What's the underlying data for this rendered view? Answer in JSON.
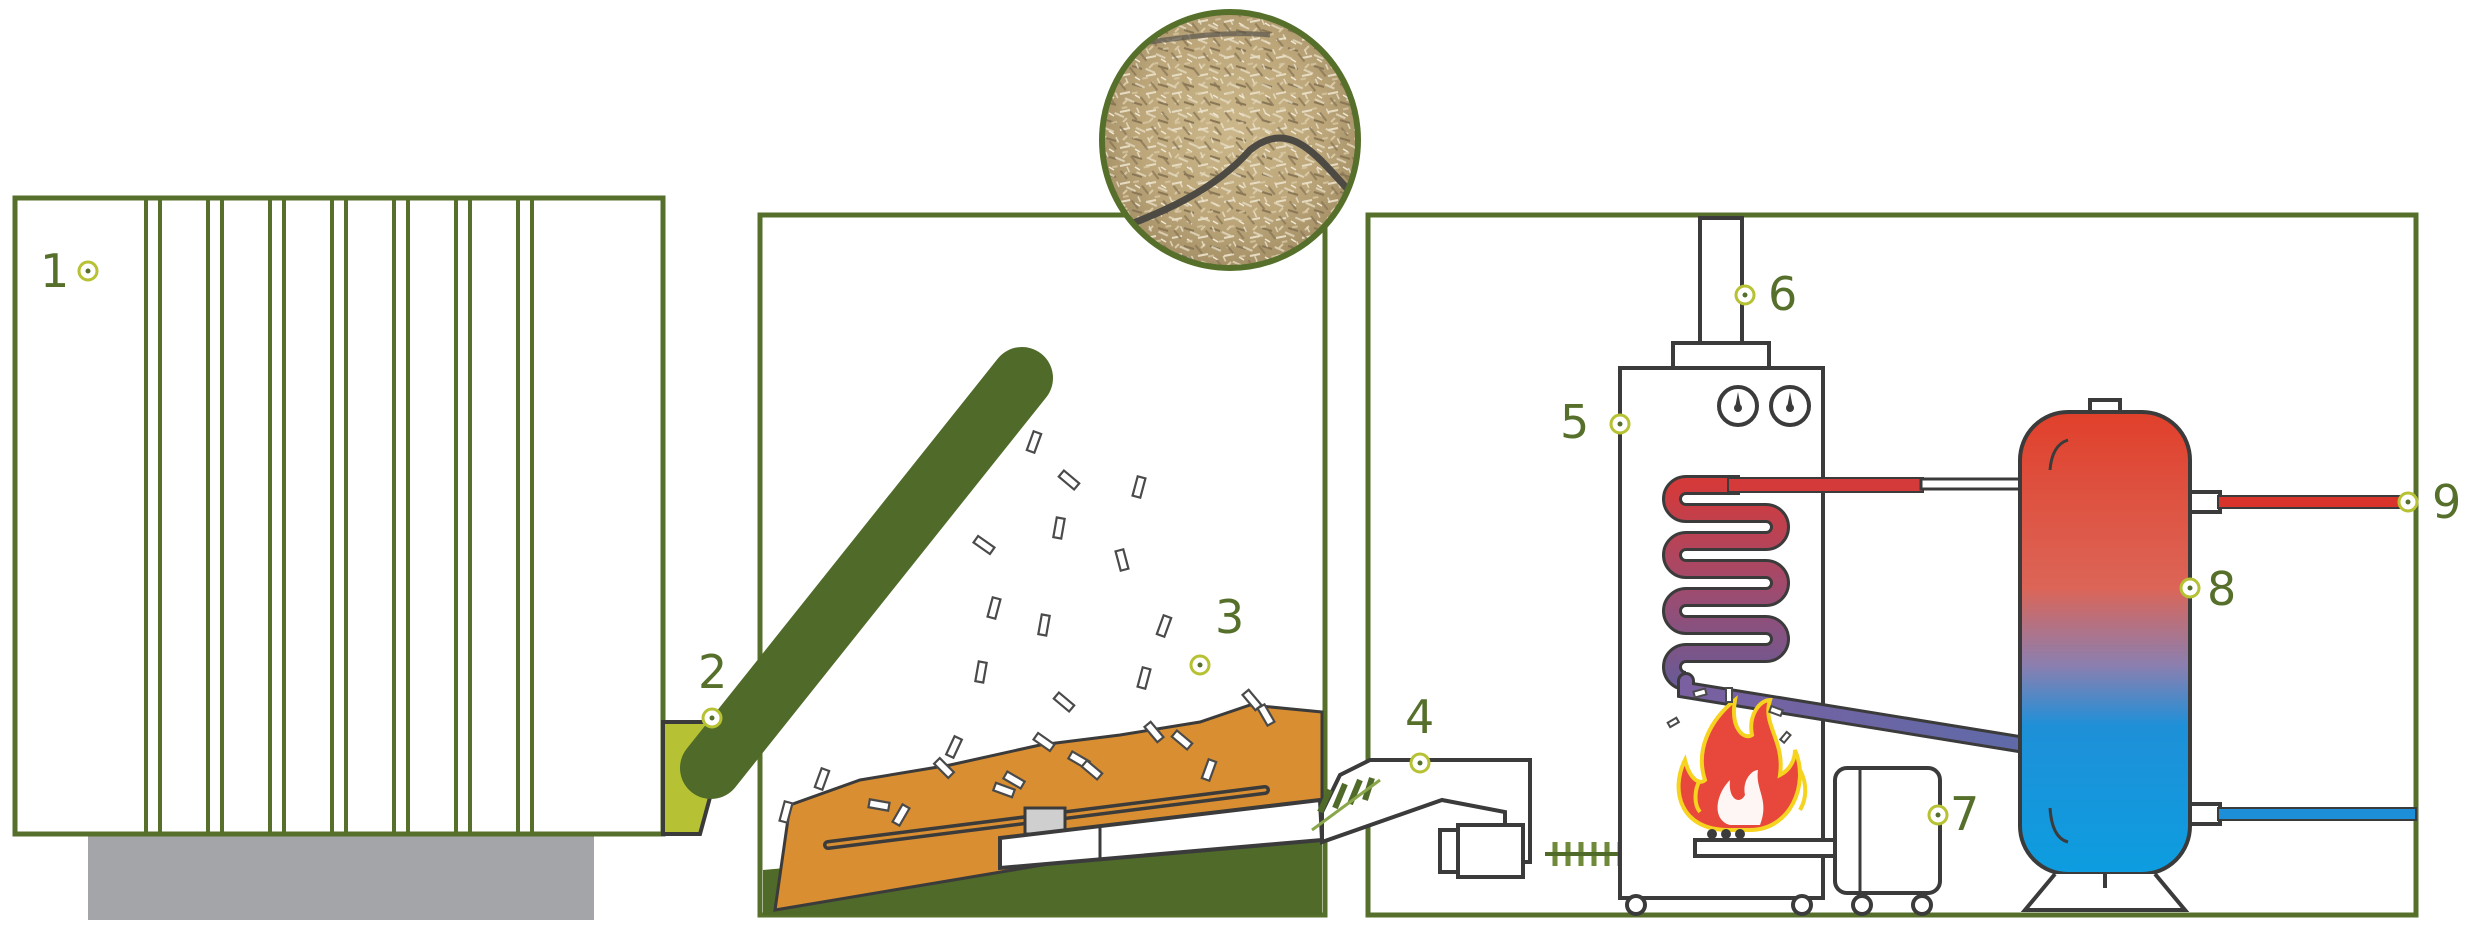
{
  "colors": {
    "frame": "#56702c",
    "auger_green": "#4f6a29",
    "chips": "#d98f31",
    "ground_green": "#4f6a29",
    "hopper_yellow": "#b6c234",
    "slab_grey": "#a3a5a8",
    "marker": "#b6c234",
    "hot": "#d9342b",
    "cold": "#1d8fd8",
    "flame_red": "#e8483c",
    "flame_yellow": "#f5d31f"
  },
  "labels": [
    {
      "id": "1",
      "text": "1"
    },
    {
      "id": "2",
      "text": "2"
    },
    {
      "id": "3",
      "text": "3"
    },
    {
      "id": "4",
      "text": "4"
    },
    {
      "id": "5",
      "text": "5"
    },
    {
      "id": "6",
      "text": "6"
    },
    {
      "id": "7",
      "text": "7"
    },
    {
      "id": "8",
      "text": "8"
    },
    {
      "id": "9",
      "text": "9"
    }
  ],
  "icons": {
    "wood_chips_photo": "wood-chips-photo",
    "pressure_gauge": "gauge-icon",
    "flame": "flame-icon"
  }
}
